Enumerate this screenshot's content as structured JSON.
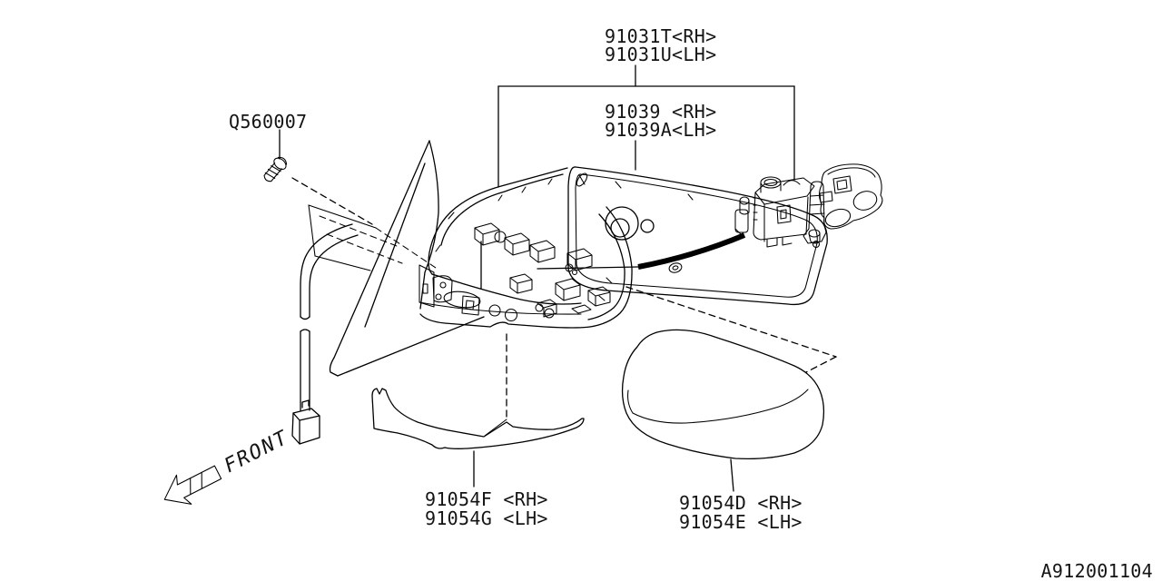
{
  "diagram": {
    "type": "parts-diagram",
    "subject": "rear-view-door-mirror-assembly",
    "code": "A912001104",
    "direction_indicator": "FRONT",
    "line_color": "#000000",
    "background_color": "#ffffff"
  },
  "labels": {
    "screw": {
      "part_no": "Q560007"
    },
    "part_91031": {
      "line1": "91031T<RH>",
      "line2": "91031U<LH>"
    },
    "part_91039": {
      "line1": "91039 <RH>",
      "line2": "91039A<LH>"
    },
    "part_91054F": {
      "line1": "91054F <RH>",
      "line2": "91054G <LH>"
    },
    "part_91054D": {
      "line1": "91054D <RH>",
      "line2": "91054E <LH>"
    }
  }
}
